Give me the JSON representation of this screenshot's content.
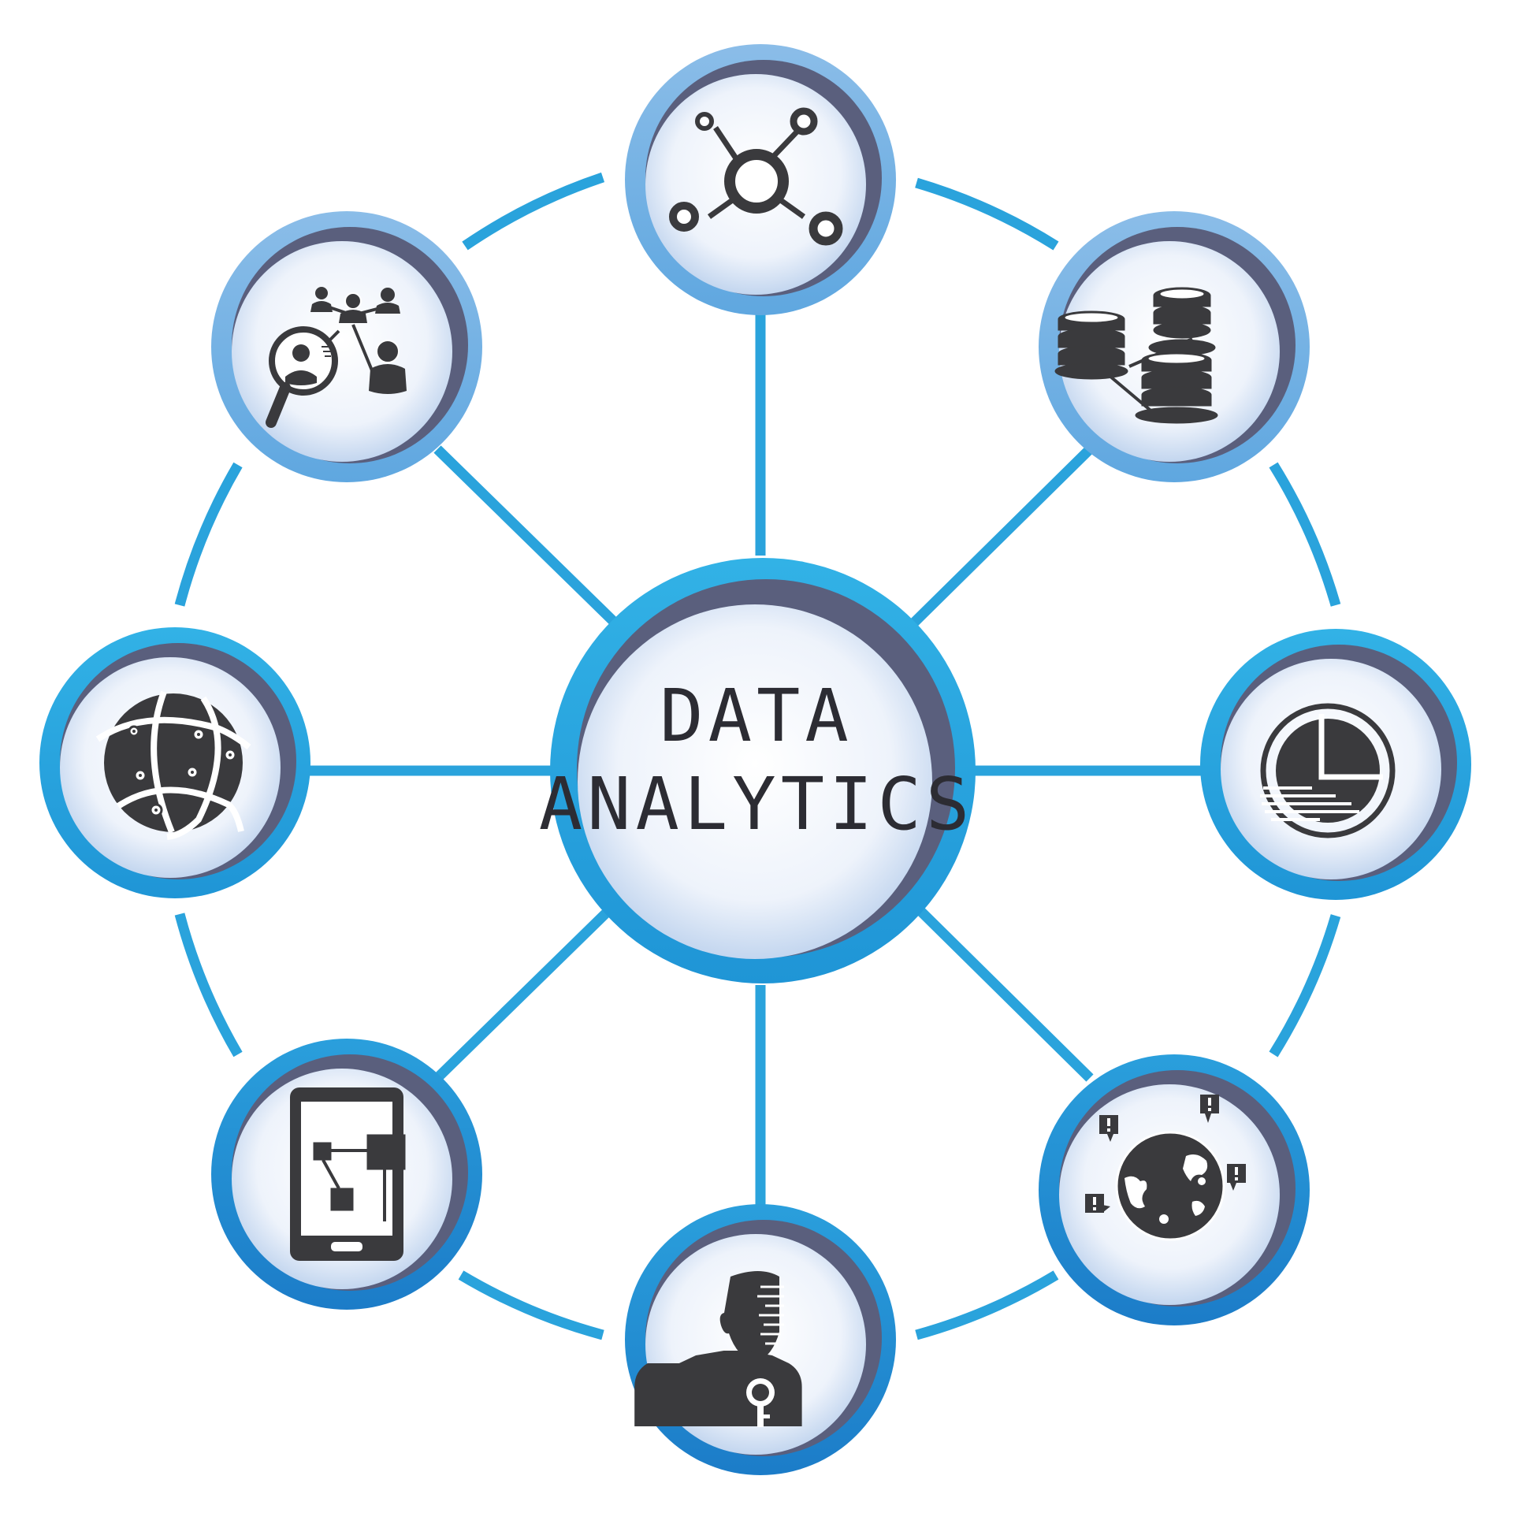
{
  "center": {
    "title_line1": "DATA",
    "title_line2": "ANALYTICS"
  },
  "nodes": [
    {
      "id": "top",
      "icon": "network-nodes-icon"
    },
    {
      "id": "top-right",
      "icon": "database-stacks-icon"
    },
    {
      "id": "right",
      "icon": "pie-chart-report-icon"
    },
    {
      "id": "bottom-right",
      "icon": "global-notifications-icon"
    },
    {
      "id": "bottom",
      "icon": "user-identity-key-icon"
    },
    {
      "id": "bottom-left",
      "icon": "mobile-flowchart-icon"
    },
    {
      "id": "left",
      "icon": "connected-globe-icon"
    },
    {
      "id": "top-left",
      "icon": "people-search-network-icon"
    }
  ],
  "colors": {
    "ring_blue": "#27a8e0",
    "ring_light": "#7fb6e6",
    "ring_dark_slate": "#5a5f7d",
    "connector_blue": "#2aa3dc",
    "node_fill_center": "#ffffff",
    "node_fill_edge": "#c8d9f0",
    "icon_dark": "#3a3a3d"
  }
}
